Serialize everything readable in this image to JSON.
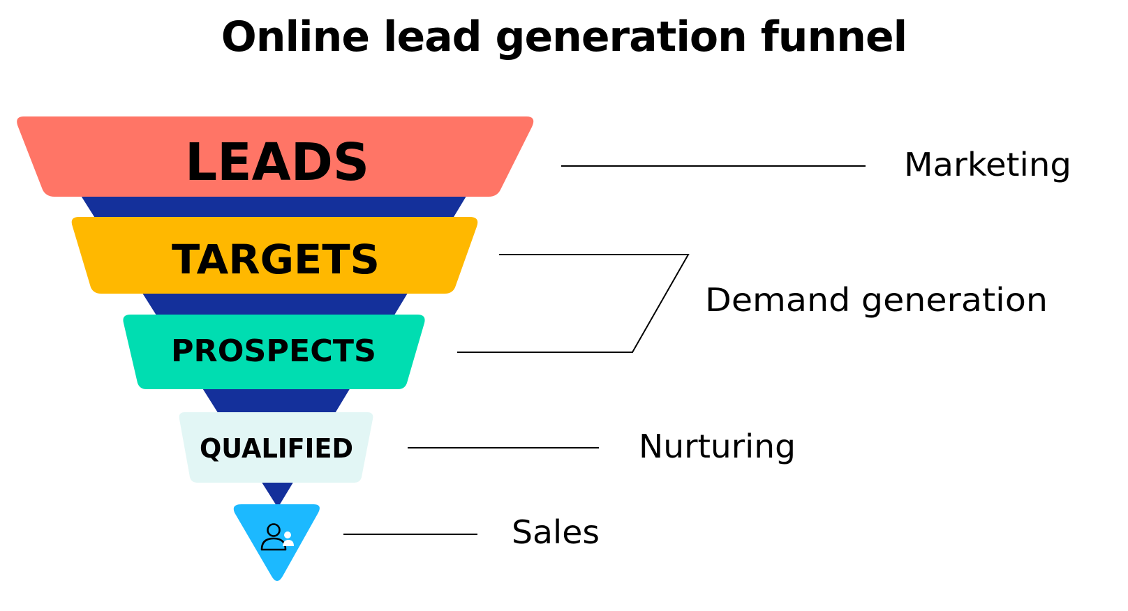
{
  "title": "Online lead generation funnel",
  "colors": {
    "leads": "#FF7566",
    "targets": "#FFB800",
    "prospects": "#00DDB1",
    "qualified": "#E2F6F5",
    "sales": "#1CB9FF",
    "funnel_core": "#14309B",
    "text": "#000000"
  },
  "stages": [
    {
      "label": "LEADS",
      "category": "Marketing"
    },
    {
      "label": "TARGETS",
      "category": "Demand generation"
    },
    {
      "label": "PROSPECTS",
      "category": "Demand generation"
    },
    {
      "label": "QUALIFIED",
      "category": "Nurturing"
    },
    {
      "label": "",
      "icon": "users-icon",
      "category": "Sales"
    }
  ],
  "categories": {
    "marketing": "Marketing",
    "demand_generation": "Demand generation",
    "nurturing": "Nurturing",
    "sales": "Sales"
  }
}
